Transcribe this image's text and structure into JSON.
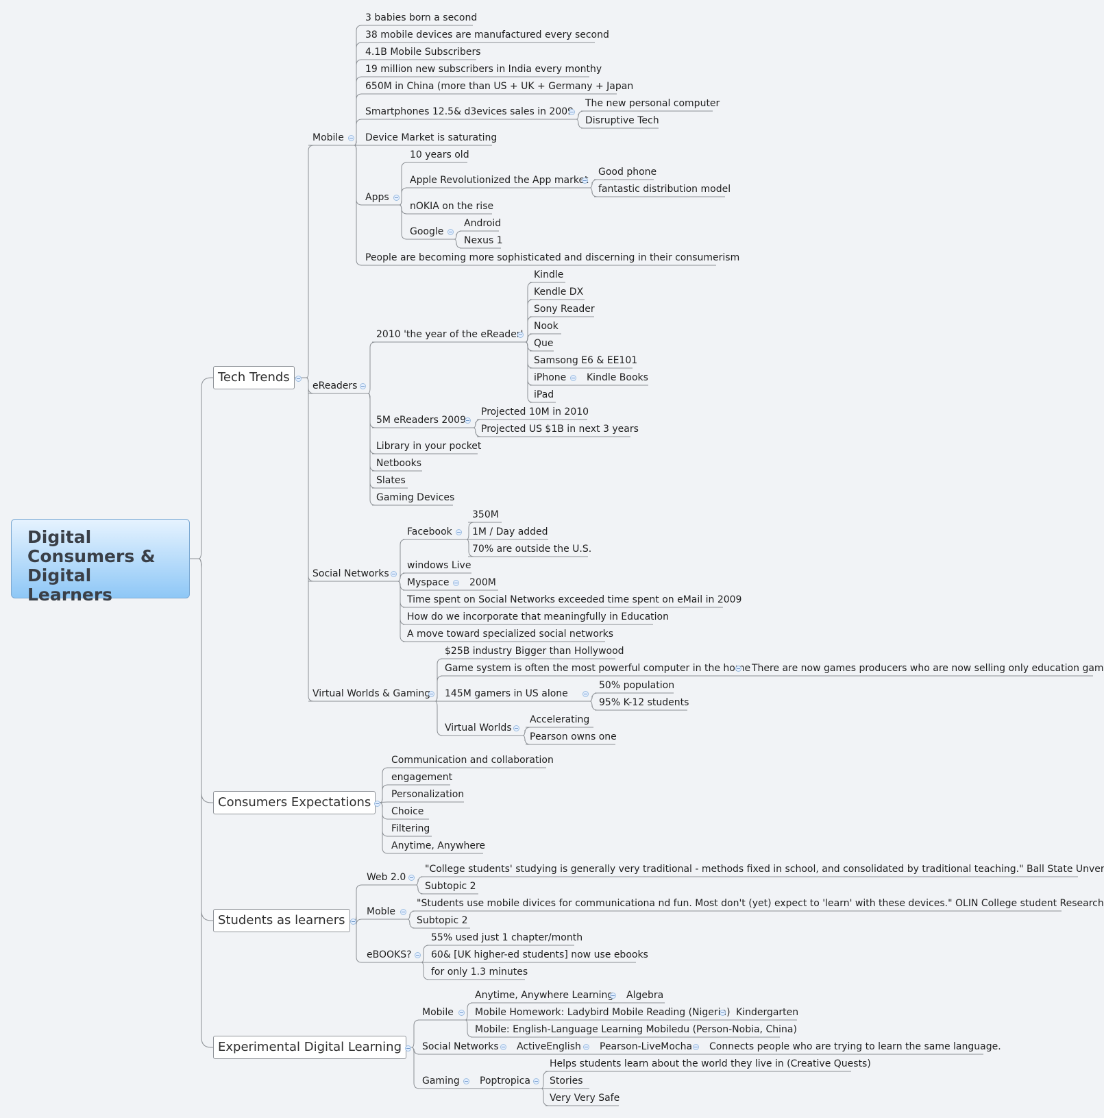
{
  "root": {
    "lines": [
      "Digital",
      "Consumers &",
      "Digital Learners"
    ]
  },
  "branches": {
    "tech_trends": {
      "label": "Tech Trends",
      "mobile": {
        "label": "Mobile",
        "items": [
          "3 babies born a second",
          "38 mobile devices are manufactured every second",
          "4.1B Mobile Subscribers",
          "19 million new subscribers in India every monthy",
          "650M in China (more than US + UK + Germany + Japan"
        ],
        "smartphones": {
          "label": "Smartphones 12.5& d3evices sales in 2009",
          "children": [
            "The new personal computer",
            "Disruptive Tech"
          ]
        },
        "saturating": "Device Market is saturating",
        "apps": {
          "label": "Apps",
          "ten_years": "10 years old",
          "apple": {
            "label": "Apple Revolutionized the App market",
            "children": [
              "Good phone",
              "fantastic distribution model"
            ]
          },
          "nokia": "nOKIA on the rise",
          "google": {
            "label": "Google",
            "children": [
              "Android",
              "Nexus 1"
            ]
          }
        },
        "people": "People are becoming more sophisticated and discerning in their consumerism"
      },
      "ereaders": {
        "label": "eReaders",
        "year": {
          "label": "2010 'the year of the eReader'",
          "children": [
            "Kindle",
            "Kendle DX",
            "Sony Reader",
            "Nook",
            "Que",
            "Samsong E6 & EE101"
          ],
          "iphone": "iPhone",
          "kindle_books": "Kindle Books",
          "ipad": "iPad"
        },
        "five_m": {
          "label": "5M eReaders 2009",
          "children": [
            "Projected 10M in 2010",
            "Projected US $1B in next 3 years"
          ]
        },
        "items": [
          "Library in your pocket",
          "Netbooks",
          "Slates",
          "Gaming Devices"
        ]
      },
      "social": {
        "label": "Social Networks",
        "facebook": {
          "label": "Facebook",
          "children": [
            "350M",
            "1M / Day added",
            "70% are outside the U.S."
          ]
        },
        "windows_live": "windows Live",
        "myspace": {
          "label": "Myspace",
          "child": "200M"
        },
        "items": [
          "Time spent on Social Networks exceeded time spent on eMail in 2009",
          "How do we incorporate that meaningfully in Education",
          "A move toward specialized social networks"
        ]
      },
      "vw": {
        "label": "Virtual Worlds & Gaming",
        "industry": "$25B industry Bigger than Hollywood",
        "game_system": {
          "label": "Game system is often the most powerful computer in the home",
          "child": "There are now games producers who are now selling only education games"
        },
        "gamers": {
          "label": "145M gamers in US alone",
          "children": [
            "50% population",
            "95% K-12 students"
          ]
        },
        "virtual_worlds": {
          "label": "Virtual Worlds",
          "children": [
            "Accelerating",
            "Pearson owns one"
          ]
        }
      }
    },
    "consumers": {
      "label": "Consumers Expectations",
      "items": [
        "Communication and collaboration",
        "engagement",
        "Personalization",
        "Choice",
        "Filtering",
        "Anytime, Anywhere"
      ]
    },
    "students": {
      "label": "Students as learners",
      "web": {
        "label": "Web 2.0",
        "children": [
          "\"College students' studying is generally very traditional - methods fixed in school, and consolidated by traditional teaching.\" Ball State Unversity",
          "Subtopic 2"
        ]
      },
      "moble": {
        "label": "Moble",
        "children": [
          "\"Students use mobile divices for communicationa nd fun. Most don't (yet) expect to 'learn' with these devices.\"  OLIN College student Research",
          "Subtopic 2"
        ]
      },
      "ebooks": {
        "label": "eBOOKS?",
        "children": [
          "55% used just 1 chapter/month",
          "60& [UK higher-ed students] now use ebooks",
          "for only 1.3 minutes"
        ]
      }
    },
    "experimental": {
      "label": "Experimental Digital Learning",
      "mobile": {
        "label": "Mobile",
        "anytime": {
          "label": "Anytime, Anywhere Learning",
          "child": "Algebra"
        },
        "homework": {
          "label": "Mobile Homework: Ladybird Mobile Reading (Nigeria)",
          "child": "Kindergarten"
        },
        "english": "Mobile: English-Language Learning Mobiledu (Person-Nobia, China)"
      },
      "social": {
        "label": "Social Networks",
        "active": "ActiveEnglish",
        "pearson": "Pearson-LiveMocha",
        "connects": "Connects people who are trying to learn the same language."
      },
      "gaming": {
        "label": "Gaming",
        "poptropica": {
          "label": "Poptropica",
          "children": [
            "Helps students learn about the world they live in (Creative Quests)",
            "Stories",
            "Very Very Safe"
          ]
        }
      }
    }
  }
}
